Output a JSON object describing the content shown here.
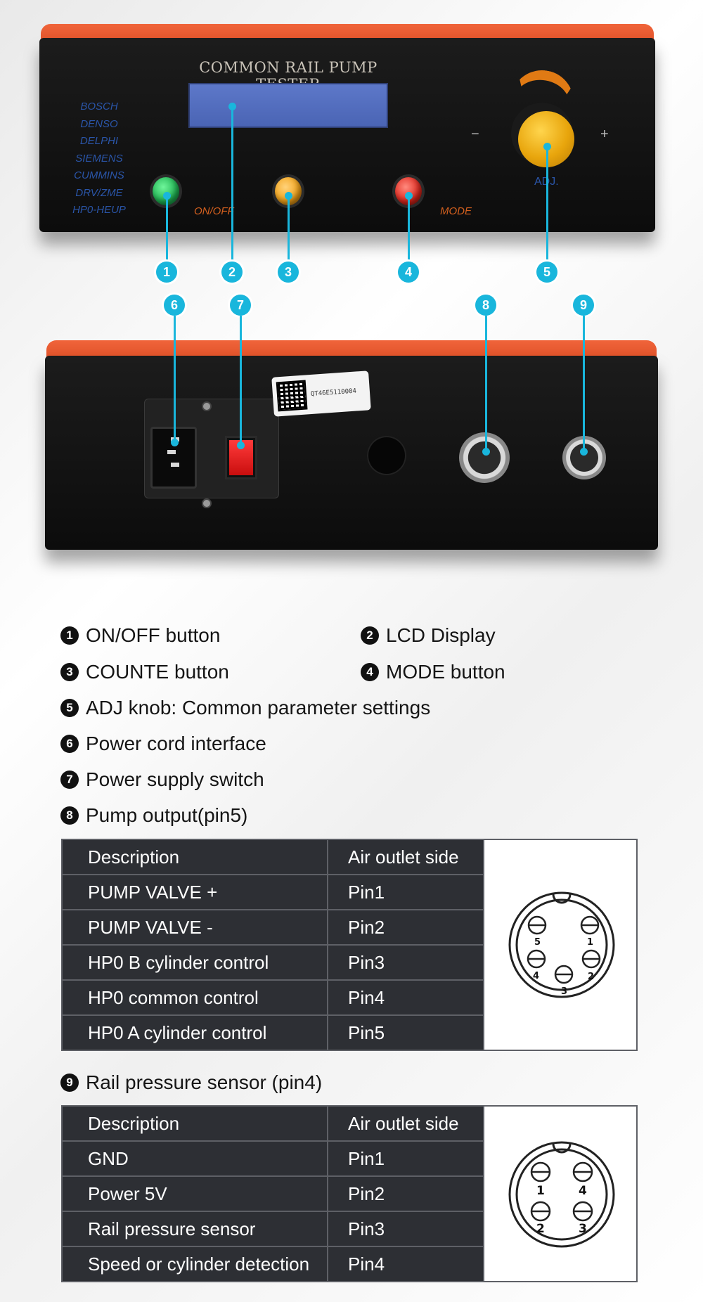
{
  "front_panel": {
    "title": "COMMON RAIL PUMP TESTER",
    "brands": [
      "BOSCH",
      "DENSO",
      "DELPHI",
      "SIEMENS",
      "CUMMINS",
      "DRV/ZME",
      "HP0-HEUP"
    ],
    "on_off_label": "ON/OFF",
    "mode_label": "MODE",
    "adj_label": "ADJ.",
    "minus_label": "−",
    "plus_label": "+",
    "button_colors": {
      "on_off": "#1fb352",
      "counte": "#f2a218",
      "mode": "#e0281e"
    }
  },
  "rear_panel": {
    "serial_label": "QT46E5110004"
  },
  "callouts": [
    "1",
    "2",
    "3",
    "4",
    "5",
    "6",
    "7",
    "8",
    "9"
  ],
  "legend": [
    {
      "num": "1",
      "text": "ON/OFF button"
    },
    {
      "num": "2",
      "text": "LCD Display"
    },
    {
      "num": "3",
      "text": "COUNTE button"
    },
    {
      "num": "4",
      "text": "MODE button"
    },
    {
      "num": "5",
      "text": "ADJ knob: Common parameter settings"
    },
    {
      "num": "6",
      "text": "Power cord interface"
    },
    {
      "num": "7",
      "text": "Power supply switch"
    },
    {
      "num": "8",
      "text": "Pump output(pin5)"
    },
    {
      "num": "9",
      "text": "Rail pressure sensor (pin4)"
    }
  ],
  "pump_table": {
    "header": [
      "Description",
      "Air outlet side"
    ],
    "rows": [
      [
        "PUMP VALVE +",
        "Pin1"
      ],
      [
        "PUMP VALVE -",
        "Pin2"
      ],
      [
        "HP0 B cylinder control",
        "Pin3"
      ],
      [
        "HP0 common control",
        "Pin4"
      ],
      [
        "HP0 A cylinder control",
        "Pin5"
      ]
    ],
    "pin_labels": [
      "1",
      "2",
      "3",
      "4",
      "5"
    ]
  },
  "sensor_table": {
    "header": [
      "Description",
      "Air outlet side"
    ],
    "rows": [
      [
        "GND",
        "Pin1"
      ],
      [
        "Power 5V",
        "Pin2"
      ],
      [
        "Rail pressure sensor",
        "Pin3"
      ],
      [
        "Speed or cylinder detection",
        "Pin4"
      ]
    ],
    "pin_labels": [
      "1",
      "2",
      "3",
      "4"
    ]
  },
  "colors": {
    "accent_cyan": "#19b6dc",
    "case_orange": "#e2562c",
    "table_dark": "#2d2f34"
  }
}
